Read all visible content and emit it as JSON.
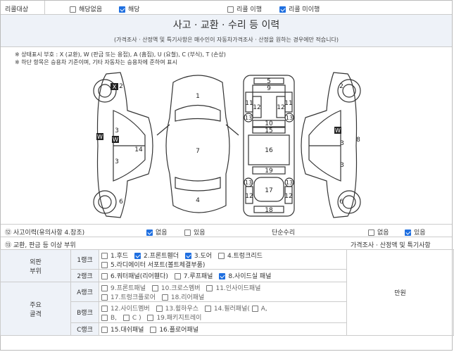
{
  "recall": {
    "label": "리콜대상",
    "opt_none": "해당없음",
    "opt_applicable": "해당",
    "opt_done": "리콜 이행",
    "opt_notdone": "리콜 미이행"
  },
  "section": {
    "title": "사고 · 교환 · 수리 등 이력",
    "subtitle": "(가격조사 · 산정액 및 특기사항은 매수인이 자동차가격조사 · 산정을 원하는 경우에만 적습니다)",
    "note1": "※ 상태표시 부호 : X (교환), W (판금 또는 용접), A (흠집), U (요철), C (부식), T (손상)",
    "note2": "※ 하단 항목은 승용차 기준이며, 기타 자동차는 승용차에 준하여 표시"
  },
  "accident": {
    "label": "⑫ 사고이력(유의사항 4.참조)",
    "none": "없음",
    "yes": "있음",
    "simple_repair": "단순수리",
    "sr_none": "없음",
    "sr_yes": "있음"
  },
  "exchange": {
    "label": "⑬ 교환, 판금 등 이상 부위",
    "price_header": "가격조사 · 산정액 및 특기사항",
    "price_value": "만원"
  },
  "outer": {
    "label": "외판\n부위",
    "label1": "외판",
    "label2": "부위",
    "rank1": "1랭크",
    "rank1_items": [
      "1.후드",
      "2.프론트휀더",
      "3.도어",
      "4.트렁크리드",
      "5.라디에이터 서포트(볼트체결부품)"
    ],
    "rank2": "2랭크",
    "rank2_items": [
      "6.쿼터패널(리어휀다)",
      "7.루프패널",
      "8.사이드실 패널"
    ]
  },
  "frame": {
    "label1": "주요",
    "label2": "골격",
    "rankA": "A랭크",
    "rankA_items": [
      "9.프론트패널",
      "10.크로스멤버",
      "11.인사이드패널",
      "17.트렁크플로어",
      "18.리어패널"
    ],
    "rankB": "B랭크",
    "rankB_items": [
      "12.사이드멤버",
      "13.휠하우스",
      "14.필러패널(",
      "A,",
      "B,",
      "C )",
      "19.패키지트레이"
    ],
    "rankC": "C랭크",
    "rankC_items": [
      "15.대쉬패널",
      "16.플로어패널"
    ]
  },
  "diagram": {
    "marks": {
      "x": "X",
      "w": "W"
    },
    "numbers": [
      "1",
      "2",
      "3",
      "4",
      "5",
      "6",
      "7",
      "8",
      "9",
      "10",
      "11",
      "12",
      "13",
      "14",
      "15",
      "16",
      "17",
      "18",
      "19"
    ]
  }
}
